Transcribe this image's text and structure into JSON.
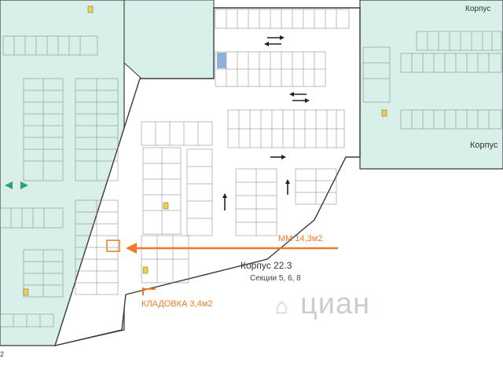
{
  "labels": {
    "korpus_main": "Корпус 22.3",
    "sekcii": "Секции 5, 6, 8",
    "mm": "ММ 14,3м2",
    "kladovka": "КЛАДОВКА 3,4м2",
    "korpus_right": "Корпус",
    "korpus_top_right": "Корпус",
    "watermark": "циан",
    "page_number": "2"
  },
  "colors": {
    "zone_fill": "#d9efe9",
    "wall": "#3a3a3a",
    "grid_line": "#7a7a7a",
    "highlight_space": "#8fb1d9",
    "accent": "#f07a26",
    "marker": "#f0d24a",
    "text_dark": "#333333"
  },
  "icons": {
    "arrow": "arrow-left-icon",
    "traffic": "traffic-arrow-icon",
    "watermark": "cian-watermark-icon"
  }
}
